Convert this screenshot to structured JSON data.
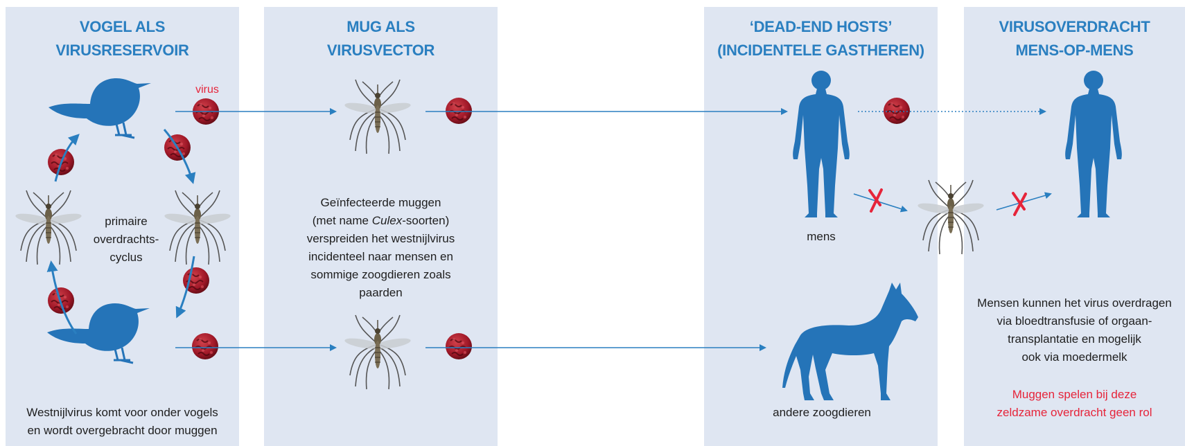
{
  "colors": {
    "panel": "#dfe6f2",
    "accent_blue": "#2a7fc0",
    "silhouette": "#2574b8",
    "virus": "#b02030",
    "warning_red": "#e6243a",
    "text": "#1e1e1e"
  },
  "panels": [
    {
      "title_line1": "VOGEL ALS",
      "title_line2": "VIRUSRESERVOIR"
    },
    {
      "title_line1": "MUG ALS",
      "title_line2": "VIRUSVECTOR"
    },
    {
      "title_line1": "‘DEAD-END HOSTS’",
      "title_line2": "(INCIDENTELE GASTHEREN)"
    },
    {
      "title_line1": "VIRUSOVERDRACHT",
      "title_line2": "MENS-OP-MENS"
    }
  ],
  "labels": {
    "virus": "virus",
    "cycle_line1": "primaire",
    "cycle_line2": "overdrachts-",
    "cycle_line3": "cyclus",
    "human": "mens",
    "other_mammals": "andere zoogdieren"
  },
  "texts": {
    "bird_caption_line1": "Westnijlvirus komt voor onder vogels",
    "bird_caption_line2": "en wordt overgebracht door muggen",
    "mosquito_line1": "Geïnfecteerde muggen",
    "mosquito_line2_pre": "(met name ",
    "mosquito_line2_italic": "Culex",
    "mosquito_line2_post": "-soorten)",
    "mosquito_line3": "verspreiden het westnijlvirus",
    "mosquito_line4": "incidenteel naar mensen en",
    "mosquito_line5": "sommige zoogdieren zoals",
    "mosquito_line6": "paarden",
    "human_line1": "Mensen kunnen het virus overdragen",
    "human_line2": "via bloedtransfusie of orgaan-",
    "human_line3": "transplantatie en mogelijk",
    "human_line4": "ook via moedermelk",
    "warning_line1": "Muggen spelen bij deze",
    "warning_line2": "zeldzame overdracht geen rol"
  },
  "icons": [
    "bird-icon",
    "mosquito-icon",
    "virus-icon",
    "human-icon",
    "horse-icon",
    "cross-icon",
    "arrow-icon"
  ]
}
